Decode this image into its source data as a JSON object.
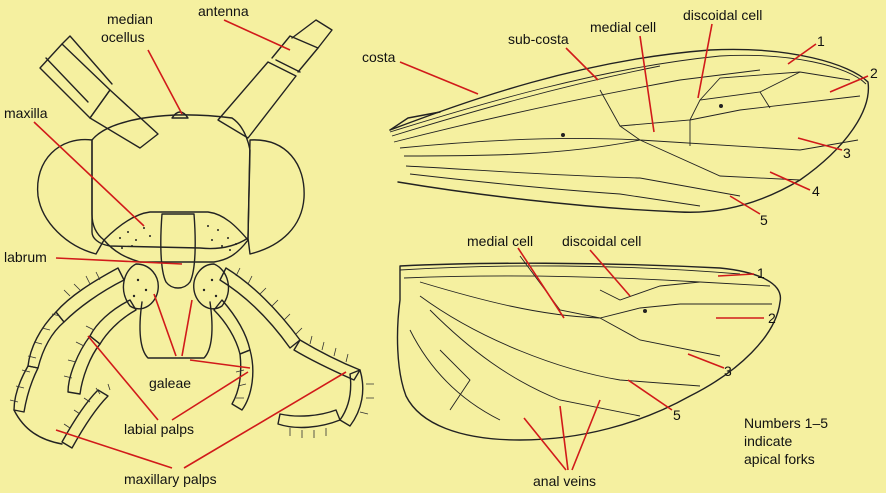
{
  "labels": {
    "median_ocellus": [
      "median",
      "ocellus"
    ],
    "antenna": "antenna",
    "maxilla": "maxilla",
    "labrum": "labrum",
    "galeae": "galeae",
    "labial_palps": "labial palps",
    "maxillary_palps": "maxillary palps",
    "costa": "costa",
    "sub_costa": "sub-costa",
    "medial_cell_fore": "medial cell",
    "discoidal_cell_fore": "discoidal cell",
    "medial_cell_hind": "medial cell",
    "discoidal_cell_hind": "discoidal cell",
    "anal_veins": "anal veins",
    "fore_forks": [
      "1",
      "2",
      "3",
      "4",
      "5"
    ],
    "hind_forks": [
      "1",
      "2",
      "3",
      "5"
    ],
    "note": [
      "Numbers 1–5",
      "indicate",
      "apical forks"
    ]
  },
  "colors": {
    "background": "#f5f0a0",
    "leader": "#d11a1a",
    "ink": "#222222"
  }
}
